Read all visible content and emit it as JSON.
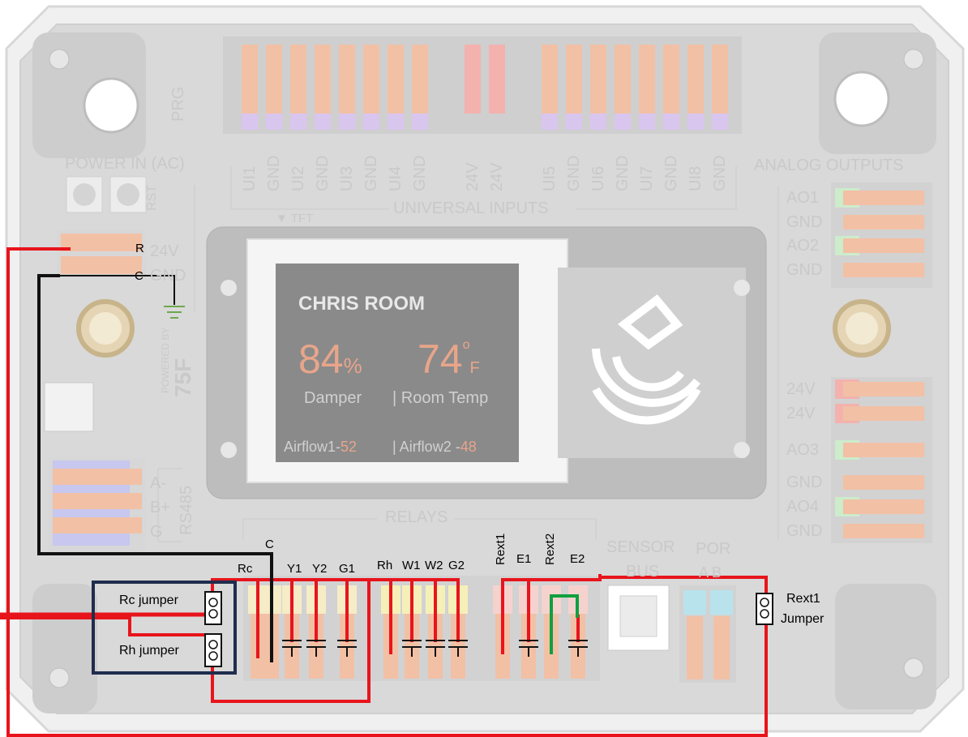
{
  "board": {
    "power_in": "POWER IN (AC)",
    "rst": "RST",
    "prg": "PRG",
    "tft": "▼ TFT",
    "universal_inputs": "UNIVERSAL INPUTS",
    "analog_outputs": "ANALOG OUTPUTS",
    "relays": "RELAYS",
    "sensor_bus_1": "SENSOR",
    "sensor_bus_2": "BUS",
    "por": "POR",
    "por_ab": "A  B",
    "rs485": "RS485",
    "rs485_pins": [
      "A-",
      "B+",
      "G"
    ],
    "power_pins": [
      "24V",
      "GND"
    ],
    "powered_by": "POWERED BY",
    "brand": "75F",
    "top_pins": [
      "UI1",
      "GND",
      "UI2",
      "GND",
      "UI3",
      "GND",
      "UI4",
      "GND",
      "",
      "24V",
      "24V",
      "",
      "UI5",
      "GND",
      "UI6",
      "GND",
      "UI7",
      "GND",
      "UI8",
      "GND"
    ],
    "ao_pins": [
      "AO1",
      "GND",
      "AO2",
      "GND",
      "24V",
      "24V",
      "AO3",
      "GND",
      "AO4",
      "GND"
    ]
  },
  "screen": {
    "room": "CHRIS ROOM",
    "damper_value": "84",
    "damper_unit": "%",
    "damper_label": "Damper",
    "temp_value": "74",
    "temp_unit": "F",
    "temp_label": "| Room Temp",
    "airflow1_label": "Airflow1-",
    "airflow1_value": "52",
    "airflow2_label": "| Airflow2 -",
    "airflow2_value": "48"
  },
  "wiring": {
    "r": "R",
    "c": "C",
    "c_relay": "C",
    "rc": "Rc",
    "relay_labels": [
      "Y1",
      "Y2",
      "G1",
      "Rh",
      "W1",
      "W2",
      "G2"
    ],
    "e1": "E1",
    "e2": "E2",
    "rext1": "Rext1",
    "rext2": "Rext2",
    "rc_jumper": "Rc jumper",
    "rh_jumper": "Rh jumper",
    "rext1_jumper_1": "Rext1",
    "rext1_jumper_2": "Jumper",
    "colors": {
      "red": "#e8141c",
      "black": "#111111",
      "green": "#10a040",
      "navy": "#1f2d4d"
    }
  }
}
